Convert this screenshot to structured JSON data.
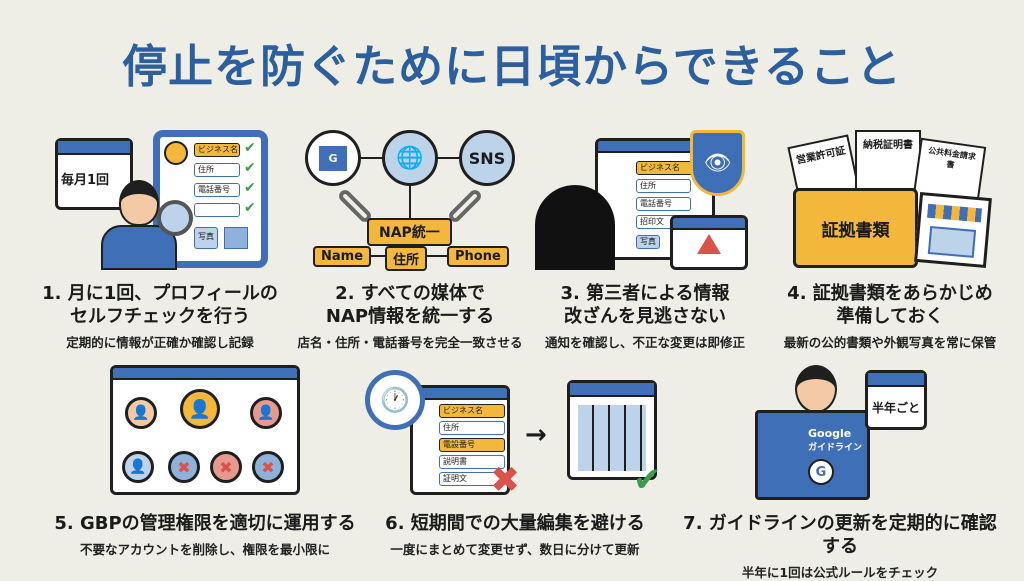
{
  "title": "停止を防ぐために日頃からできること",
  "items": [
    {
      "heading1": "1. 月に1回、プロフィールの",
      "heading2": "セルフチェックを行う",
      "sub": "定期的に情報が正確か確認し記録",
      "illus": {
        "calendar": "毎月1回",
        "fields": [
          "ビジネス名",
          "住所",
          "電話番号",
          ""
        ],
        "photo": "写真"
      }
    },
    {
      "heading1": "2. すべての媒体で",
      "heading2": "NAP情報を統一する",
      "sub": "店名・住所・電話番号を完全一致させる",
      "illus": {
        "sns": "SNS",
        "center": "NAP統一",
        "tags": [
          "Name",
          "住所",
          "Phone"
        ],
        "g": "G"
      }
    },
    {
      "heading1": "3. 第三者による情報",
      "heading2": "改ざんを見逃さない",
      "sub": "通知を確認し、不正な変更は即修正",
      "illus": {
        "fields": [
          "ビジネス名",
          "住所",
          "電話番号",
          "招印文"
        ],
        "photo": "写真",
        "alert": "!"
      }
    },
    {
      "heading1": "4. 証拠書類をあらかじめ",
      "heading2": "準備しておく",
      "sub": "最新の公的書類や外観写真を常に保管",
      "illus": {
        "docs": [
          "営業許可証",
          "納税証明書",
          "公共料金請求書"
        ],
        "folder": "証拠書類"
      }
    },
    {
      "heading1": "5. GBPの管理権限を適切に運用する",
      "sub": "不要なアカウントを削除し、権限を最小限に"
    },
    {
      "heading1": "6. 短期間での大量編集を避ける",
      "sub": "一度にまとめて変更せず、数日に分けて更新",
      "illus": {
        "fields": [
          "ビジネス名",
          "住所",
          "電設番号",
          "説明書",
          "証明文"
        ]
      }
    },
    {
      "heading1": "7. ガイドラインの更新を定期的に確認する",
      "sub": "半年に1回は公式ルールをチェック",
      "illus": {
        "calendar": "半年ごと",
        "book1": "Google",
        "book2": "ガイドライン",
        "g": "G"
      }
    }
  ],
  "colors": {
    "title": "#2c5f9e",
    "blue": "#3f6fb6",
    "yellow": "#f2b73b",
    "green": "#3f9a4f",
    "red": "#d9534a"
  }
}
